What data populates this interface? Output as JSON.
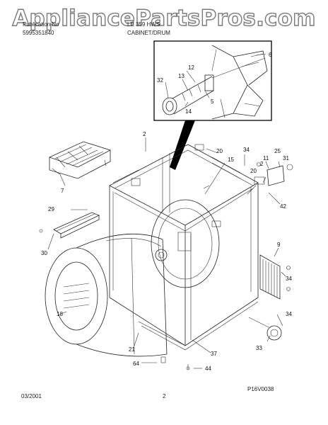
{
  "header": {
    "watermark": "AppliancePartsPros.com",
    "model_label": "Publication No",
    "model_number": "LE 359 HWS",
    "publication_number": "5995351840",
    "section_title": "CABINET/DRUM"
  },
  "footer": {
    "date": "03/2001",
    "page_number": "2",
    "figure_id": "P16V0038"
  },
  "callouts": {
    "n2a": "2",
    "n2b": "2",
    "n5": "5",
    "n6": "6",
    "n7": "7",
    "n9": "9",
    "n11": "11",
    "n12": "12",
    "n13": "13",
    "n14": "14",
    "n15": "15",
    "n18": "18",
    "n20a": "20",
    "n20b": "20",
    "n21": "21",
    "n25": "25",
    "n29": "29",
    "n30": "30",
    "n31": "31",
    "n32": "32",
    "n33": "33",
    "n34a": "34",
    "n34b": "34",
    "n34c": "34",
    "n37": "37",
    "n42": "42",
    "n44": "44",
    "n64": "64"
  }
}
